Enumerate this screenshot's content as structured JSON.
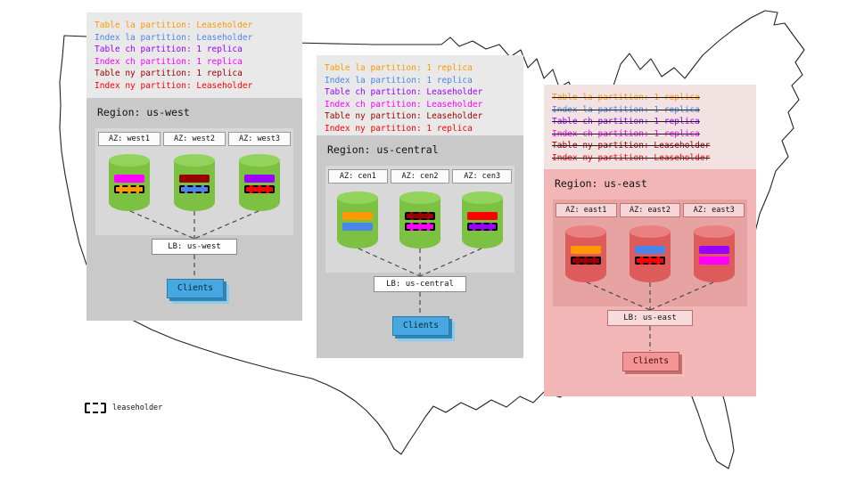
{
  "legend": {
    "label": "leaseholder"
  },
  "regions": [
    {
      "id": "us-west",
      "title": "Region: us-west",
      "annotations": [
        {
          "text": "Table la partition: Leaseholder",
          "color": "#ff9900",
          "strike": false
        },
        {
          "text": "Index la partition: Leaseholder",
          "color": "#4a86e8",
          "strike": false
        },
        {
          "text": "Table ch partition: 1 replica",
          "color": "#9900ff",
          "strike": false
        },
        {
          "text": "Index ch partition: 1 replica",
          "color": "#ff00ff",
          "strike": false
        },
        {
          "text": "Table ny partition: 1 replica",
          "color": "#990000",
          "strike": false
        },
        {
          "text": "Index ny partition: Leaseholder",
          "color": "#ff0000",
          "strike": false
        }
      ],
      "azs": [
        {
          "label": "AZ: west1",
          "bars": [
            {
              "color": "#ff00ff",
              "leaseholder": false
            },
            {
              "color": "#ff9900",
              "leaseholder": true
            }
          ]
        },
        {
          "label": "AZ: west2",
          "bars": [
            {
              "color": "#990000",
              "leaseholder": false
            },
            {
              "color": "#4a86e8",
              "leaseholder": true
            }
          ]
        },
        {
          "label": "AZ: west3",
          "bars": [
            {
              "color": "#9900ff",
              "leaseholder": false
            },
            {
              "color": "#ff0000",
              "leaseholder": true
            }
          ]
        }
      ],
      "lb": "LB: us-west",
      "clients": "Clients"
    },
    {
      "id": "us-central",
      "title": "Region: us-central",
      "annotations": [
        {
          "text": "Table la partition: 1 replica",
          "color": "#ff9900",
          "strike": false
        },
        {
          "text": "Index la partition: 1 replica",
          "color": "#4a86e8",
          "strike": false
        },
        {
          "text": "Table ch partition: Leaseholder",
          "color": "#9900ff",
          "strike": false
        },
        {
          "text": "Index ch partition: Leaseholder",
          "color": "#ff00ff",
          "strike": false
        },
        {
          "text": "Table ny partition: Leaseholder",
          "color": "#990000",
          "strike": false
        },
        {
          "text": "Index ny partition: 1 replica",
          "color": "#ff0000",
          "strike": false
        }
      ],
      "azs": [
        {
          "label": "AZ: cen1",
          "bars": [
            {
              "color": "#ff9900",
              "leaseholder": false
            },
            {
              "color": "#4a86e8",
              "leaseholder": false
            }
          ]
        },
        {
          "label": "AZ: cen2",
          "bars": [
            {
              "color": "#990000",
              "leaseholder": true
            },
            {
              "color": "#ff00ff",
              "leaseholder": true
            }
          ]
        },
        {
          "label": "AZ: cen3",
          "bars": [
            {
              "color": "#ff0000",
              "leaseholder": false
            },
            {
              "color": "#9900ff",
              "leaseholder": true
            }
          ]
        }
      ],
      "lb": "LB: us-central",
      "clients": "Clients"
    },
    {
      "id": "us-east",
      "title": "Region: us-east",
      "annotations": [
        {
          "text": "Table la partition: 1 replica",
          "color": "#ff9900",
          "strike": true
        },
        {
          "text": "Index la partition: 1 replica",
          "color": "#4a86e8",
          "strike": true
        },
        {
          "text": "Table ch partition: 1 replica",
          "color": "#9900ff",
          "strike": true
        },
        {
          "text": "Index ch partition: 1 replica",
          "color": "#ff00ff",
          "strike": true
        },
        {
          "text": "Table ny partition: Leaseholder",
          "color": "#990000",
          "strike": true
        },
        {
          "text": "Index ny partition: Leaseholder",
          "color": "#ff0000",
          "strike": true
        }
      ],
      "azs": [
        {
          "label": "AZ: east1",
          "bars": [
            {
              "color": "#ff9900",
              "leaseholder": false
            },
            {
              "color": "#990000",
              "leaseholder": true
            }
          ]
        },
        {
          "label": "AZ: east2",
          "bars": [
            {
              "color": "#4a86e8",
              "leaseholder": false
            },
            {
              "color": "#ff0000",
              "leaseholder": true
            }
          ]
        },
        {
          "label": "AZ: east3",
          "bars": [
            {
              "color": "#9900ff",
              "leaseholder": false
            },
            {
              "color": "#ff00ff",
              "leaseholder": false
            }
          ]
        }
      ],
      "lb": "LB: us-east",
      "clients": "Clients"
    }
  ]
}
